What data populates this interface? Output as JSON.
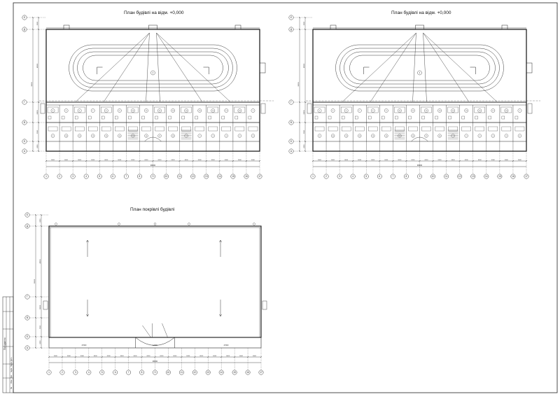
{
  "sheet": {
    "plans": [
      {
        "id": "plan-1",
        "title": "План будівлі на відм. +0,000"
      },
      {
        "id": "plan-2",
        "title": "План будівлі на відм. +0,000"
      },
      {
        "id": "roof-plan",
        "title": "План покрівлі будівлі"
      }
    ],
    "grid_axes_numeric": [
      "1",
      "2",
      "3",
      "4",
      "5",
      "6",
      "7",
      "8",
      "9",
      "10",
      "11",
      "12",
      "13",
      "14",
      "15",
      "16",
      "17"
    ],
    "grid_axes_letters": [
      "Є",
      "Д",
      "Г",
      "В",
      "Б",
      "А"
    ],
    "overall_dimension": "96000",
    "bay_dimension": "6000",
    "roof_segment_left": "27000",
    "roof_segment_center": "12000",
    "roof_segment_right": "27000",
    "height_dims": [
      "6000",
      "48000",
      "24000",
      "3000",
      "6000",
      "36000"
    ],
    "room_numbers": [
      "1",
      "2",
      "3",
      "4",
      "5",
      "6",
      "7",
      "8",
      "9",
      "10",
      "11",
      "12",
      "13",
      "14",
      "15",
      "16",
      "17",
      "18"
    ],
    "stamp_labels": [
      "Зм.",
      "Кільк.",
      "Арк.",
      "№док.",
      "Підпис",
      "Дата"
    ],
    "side_label": "Погоджено"
  }
}
